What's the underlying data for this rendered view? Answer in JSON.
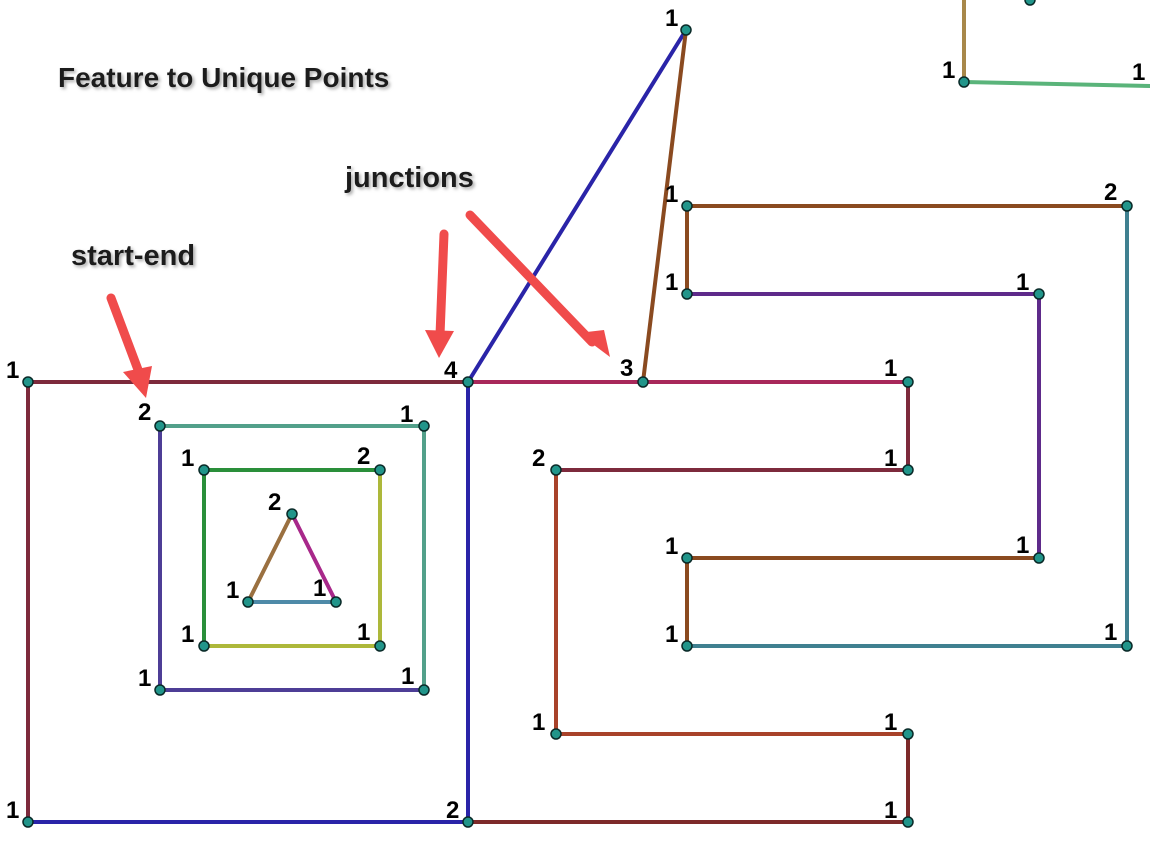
{
  "title": "Feature to Unique Points",
  "annotations": {
    "start_end": "start-end",
    "junctions": "junctions"
  },
  "colors": {
    "node_fill": "#21958a",
    "node_stroke": "#0a2a28",
    "arrow": "#f04b4b"
  },
  "lines": [
    {
      "id": "outer-top-left",
      "color": "#7d2a3c"
    },
    {
      "id": "outer-left",
      "color": "#7d2a3c"
    },
    {
      "id": "outer-bottom",
      "color": "#2a24a8"
    },
    {
      "id": "junction-vertical",
      "color": "#2a24a8"
    },
    {
      "id": "junction-diagonal",
      "color": "#2a24a8"
    },
    {
      "id": "middle-square-top-right",
      "color": "#52a08a"
    },
    {
      "id": "middle-square-left-bottom",
      "color": "#4d3e96"
    },
    {
      "id": "inner-square-left-top",
      "color": "#2a8f3a"
    },
    {
      "id": "inner-square-right-bottom",
      "color": "#adb83a"
    },
    {
      "id": "triangle-left",
      "color": "#9a7040"
    },
    {
      "id": "triangle-right",
      "color": "#a8288a"
    },
    {
      "id": "triangle-base",
      "color": "#4e8aa8"
    },
    {
      "id": "pink-top-line",
      "color": "#a8285a"
    },
    {
      "id": "brown-diagonal",
      "color": "#8a4a20"
    },
    {
      "id": "top-right-brown-a",
      "color": "#8a4a20"
    },
    {
      "id": "teal-right-loop",
      "color": "#3f8090"
    },
    {
      "id": "purple-loop",
      "color": "#5e2a8a"
    },
    {
      "id": "brown-short-a",
      "color": "#8a4a20"
    },
    {
      "id": "upper-right-stub",
      "color": "#a8884a"
    },
    {
      "id": "green-top-right",
      "color": "#5ab47a"
    },
    {
      "id": "lower-right-short",
      "color": "#7d2a3c"
    },
    {
      "id": "rust-loop",
      "color": "#a8422a"
    },
    {
      "id": "bottom-right-line",
      "color": "#7d2a2a"
    }
  ],
  "node_counts": [
    "1",
    "1",
    "2",
    "4",
    "3",
    "1",
    "1",
    "2",
    "1",
    "1",
    "2",
    "1",
    "1",
    "1",
    "1",
    "1",
    "1",
    "1",
    "2",
    "1",
    "1",
    "1",
    "1",
    "1",
    "1",
    "1",
    "1",
    "2",
    "1",
    "1"
  ]
}
